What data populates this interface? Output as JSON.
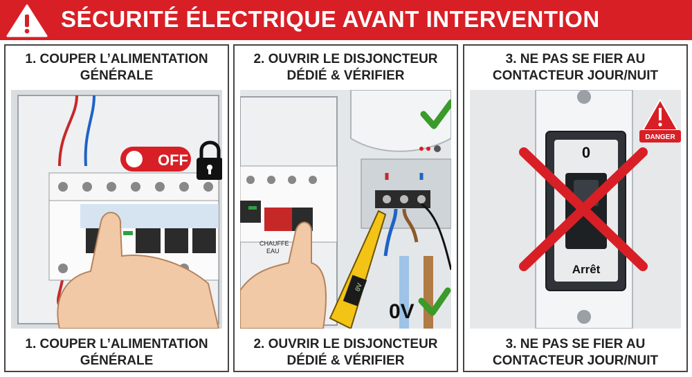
{
  "header": {
    "title": "SÉCURITÉ ÉLECTRIQUE AVANT INTERVENTION",
    "icon": "warning-triangle-icon"
  },
  "panels": [
    {
      "caption_top_1": "1. COUPER L’ALIMENTATION",
      "caption_top_2": "GÉNÉRALE",
      "caption_bottom_1": "1. COUPER L’ALIMENTATION",
      "caption_bottom_2": "GÉNÉRALE",
      "off_badge": "OFF"
    },
    {
      "caption_top_1": "2. OUVRIR LE DISJONCTEUR",
      "caption_top_2": "DÉDIÉ & VÉRIFIER",
      "caption_bottom_1": "2. OUVRIR LE DISJONCTEUR",
      "caption_bottom_2": "DÉDIÉ & VÉRIFIER",
      "breaker_label_1": "CHAUFFE",
      "breaker_label_2": "EAU",
      "tester_reading": "0V",
      "voltage_result": "0V"
    },
    {
      "caption_top_1": "3. NE PAS SE FIER AU",
      "caption_top_2": "CONTACTEUR JOUR/NUIT",
      "caption_bottom_1": "3. NE PAS SE FIER AU",
      "caption_bottom_2": "CONTACTEUR JOUR/NUIT",
      "switch_top_label": "0",
      "switch_bottom_label": "Arrêt",
      "danger_label": "DANGER"
    }
  ],
  "colors": {
    "brand_red": "#d81f26",
    "check_green": "#3a9a2a",
    "tester_yellow": "#f3c316"
  }
}
